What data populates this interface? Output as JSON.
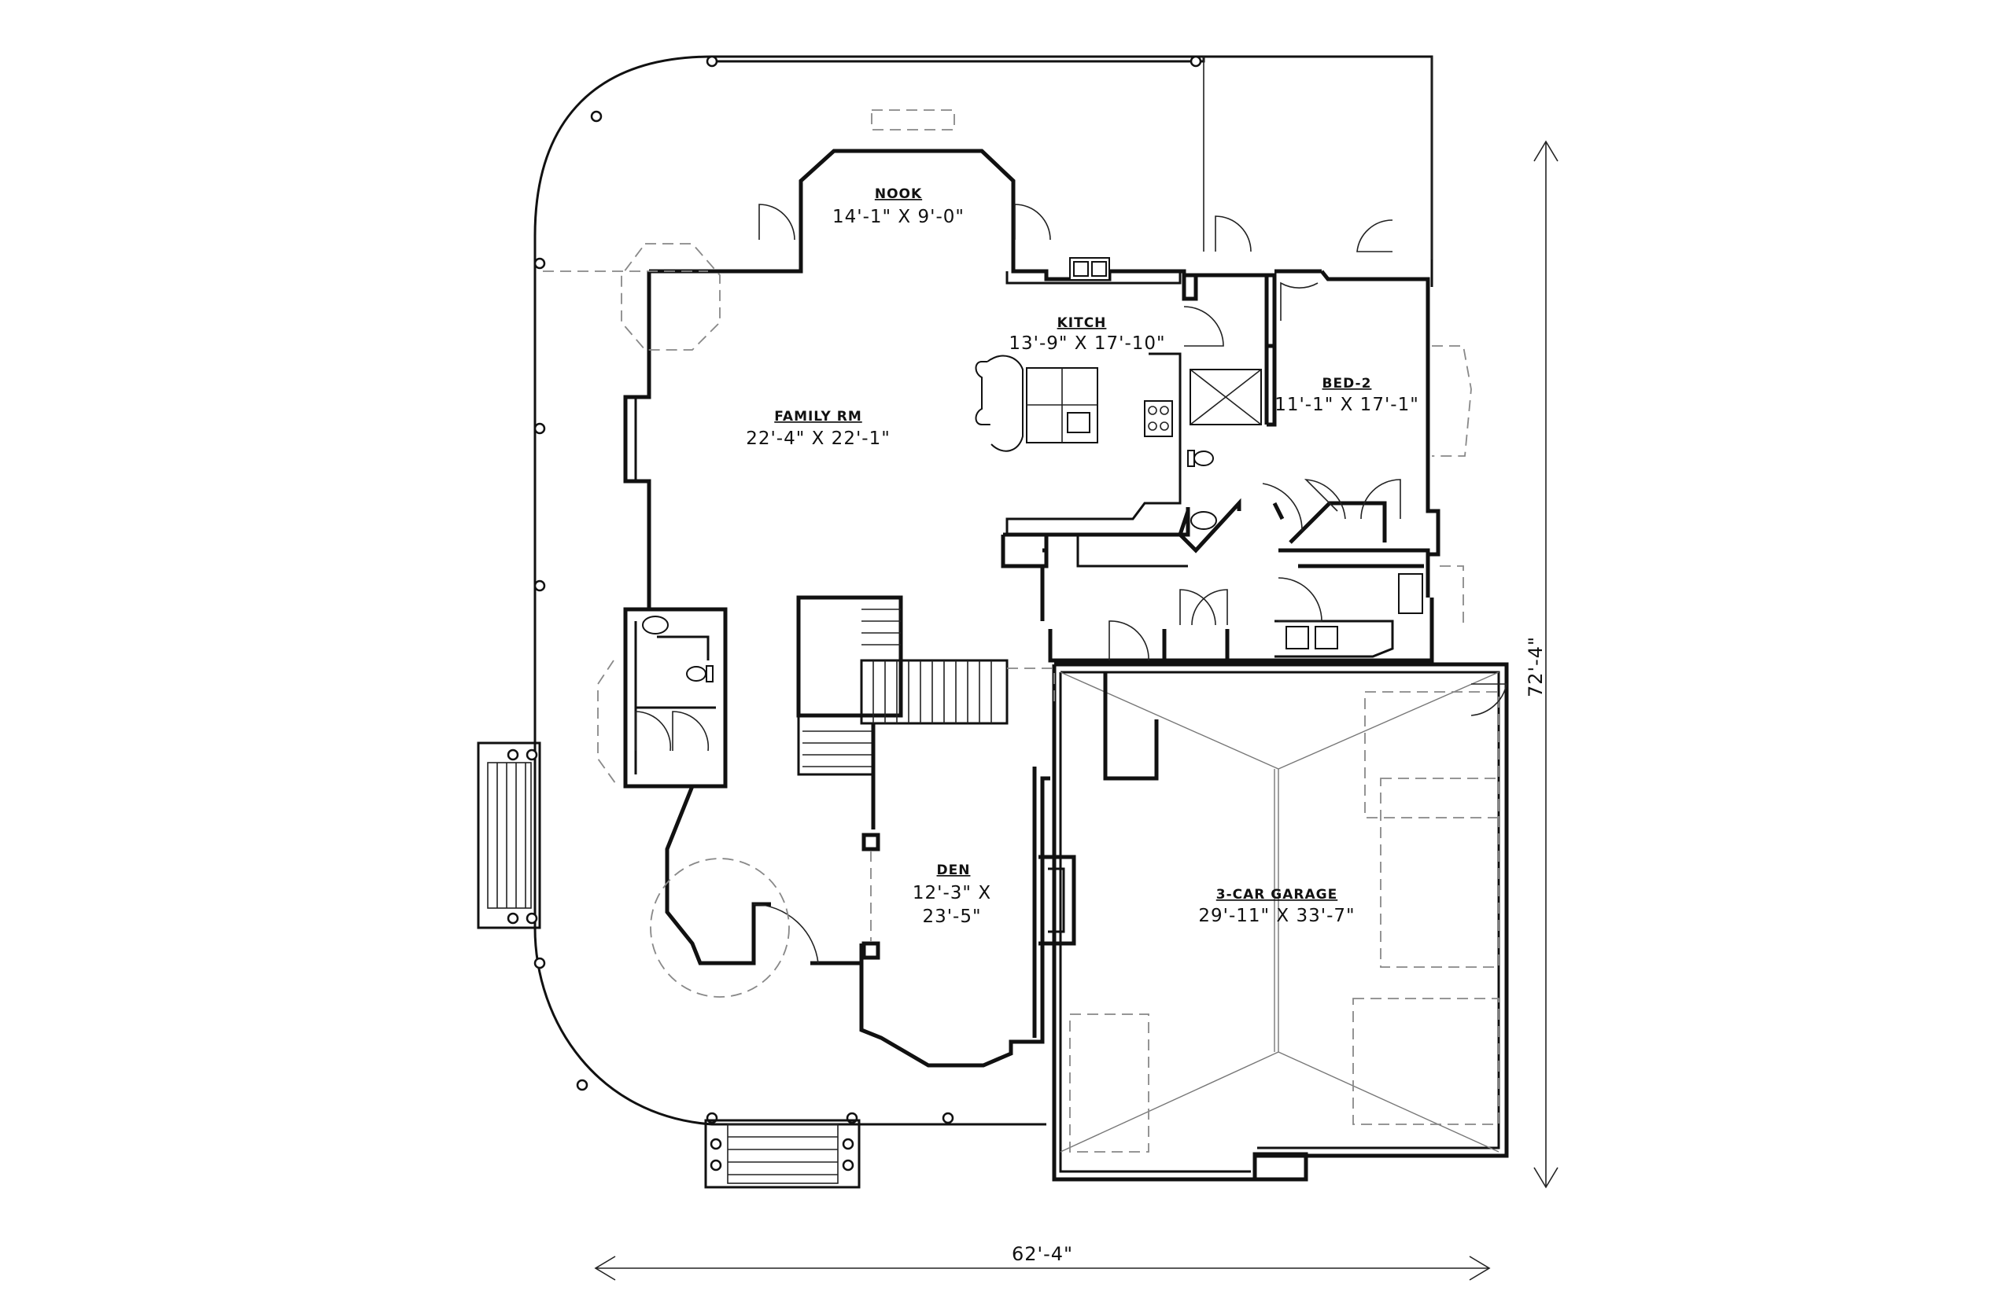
{
  "rooms": {
    "nook": {
      "name": "NOOK",
      "size": "14'-1\" X 9'-0\""
    },
    "kitchen": {
      "name": "KITCH",
      "size": "13'-9\" X 17'-10\""
    },
    "family": {
      "name": "FAMILY RM",
      "size": "22'-4\" X 22'-1\""
    },
    "bed2": {
      "name": "BED-2",
      "size": "11'-1\" X 17'-1\""
    },
    "den": {
      "name": "DEN",
      "size_line1": "12'-3\" X",
      "size_line2": "23'-5\""
    },
    "garage": {
      "name": "3-CAR GARAGE",
      "size": "29'-11\" X 33'-7\""
    }
  },
  "overall": {
    "width": "62'-4\"",
    "depth": "72'-4\""
  }
}
